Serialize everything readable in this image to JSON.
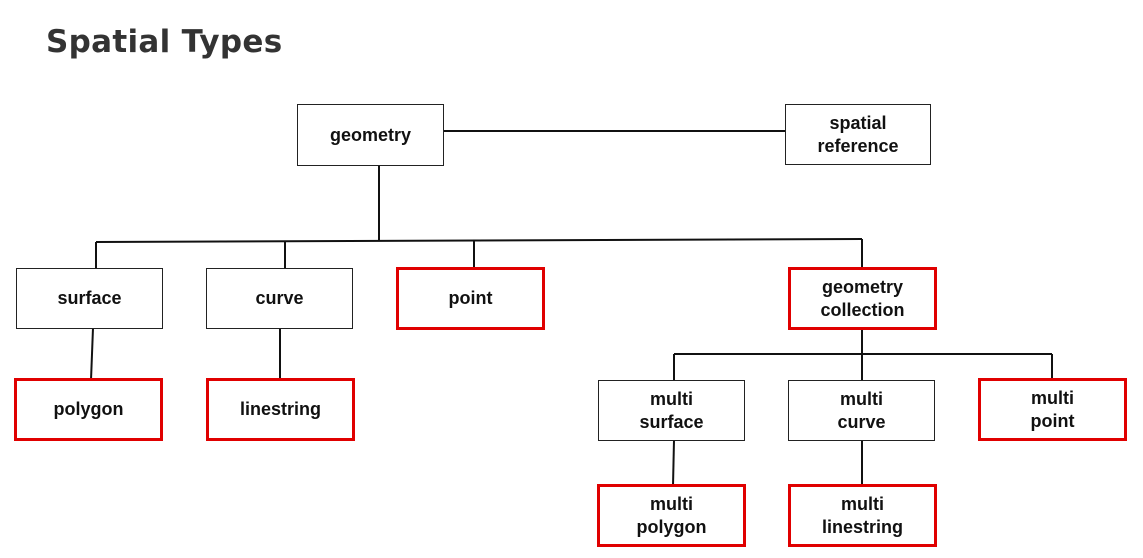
{
  "title": "Spatial Types",
  "colors": {
    "highlight": "#e00000",
    "line": "#111111",
    "title": "#333333"
  },
  "nodes": {
    "geometry": {
      "label": "geometry"
    },
    "spatial_reference": {
      "label": "spatial\nreference"
    },
    "surface": {
      "label": "surface"
    },
    "curve": {
      "label": "curve"
    },
    "point": {
      "label": "point"
    },
    "geometry_collection": {
      "label": "geometry\ncollection"
    },
    "polygon": {
      "label": "polygon"
    },
    "linestring": {
      "label": "linestring"
    },
    "multi_surface": {
      "label": "multi\nsurface"
    },
    "multi_curve": {
      "label": "multi\ncurve"
    },
    "multi_point": {
      "label": "multi\npoint"
    },
    "multi_polygon": {
      "label": "multi\npolygon"
    },
    "multi_linestring": {
      "label": "multi\nlinestring"
    }
  }
}
